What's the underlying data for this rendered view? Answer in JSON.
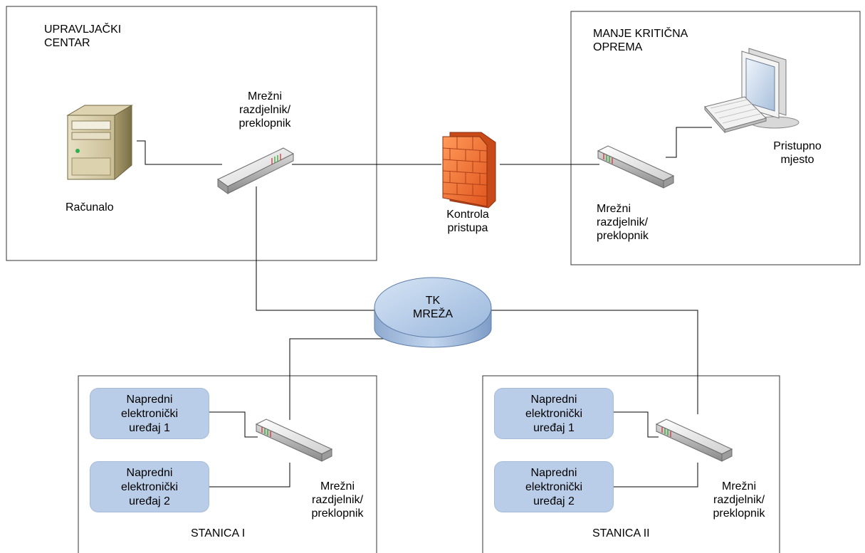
{
  "zones": {
    "control_center": {
      "title_line1": "UPRAVLJAČKI",
      "title_line2": "CENTAR"
    },
    "less_critical": {
      "title_line1": "MANJE KRITIČNA",
      "title_line2": "OPREMA"
    },
    "station1": {
      "title": "STANICA I"
    },
    "station2": {
      "title": "STANICA II"
    }
  },
  "nodes": {
    "computer": {
      "label": "Računalo",
      "icon": "server-tower-icon"
    },
    "switch_center": {
      "label_l1": "Mrežni",
      "label_l2": "razdjelnik/",
      "label_l3": "preklopnik",
      "icon": "network-switch-icon"
    },
    "firewall": {
      "label_l1": "Kontrola",
      "label_l2": "pristupa",
      "icon": "firewall-icon"
    },
    "switch_remote": {
      "label_l1": "Mrežni",
      "label_l2": "razdjelnik/",
      "label_l3": "preklopnik",
      "icon": "network-switch-icon"
    },
    "access_point": {
      "label_l1": "Pristupno",
      "label_l2": "mjesto",
      "icon": "workstation-icon"
    },
    "tk_network": {
      "label_l1": "TK",
      "label_l2": "MREŽA",
      "icon": "network-cloud-cylinder-icon"
    },
    "switch_station1": {
      "label_l1": "Mrežni",
      "label_l2": "razdjelnik/",
      "label_l3": "preklopnik"
    },
    "switch_station2": {
      "label_l1": "Mrežni",
      "label_l2": "razdjelnik/",
      "label_l3": "preklopnik"
    }
  },
  "station1_devices": [
    {
      "l1": "Napredni",
      "l2": "elektronički",
      "l3": "uređaj 1"
    },
    {
      "l1": "Napredni",
      "l2": "elektronički",
      "l3": "uređaj 2"
    }
  ],
  "station2_devices": [
    {
      "l1": "Napredni",
      "l2": "elektronički",
      "l3": "uređaj 1"
    },
    {
      "l1": "Napredni",
      "l2": "elektronički",
      "l3": "uređaj 2"
    }
  ],
  "colors": {
    "device_box": "#b9cde8",
    "firewall": "#f07a3c",
    "tk_network": "#a9c3e4",
    "link": "#000000"
  }
}
